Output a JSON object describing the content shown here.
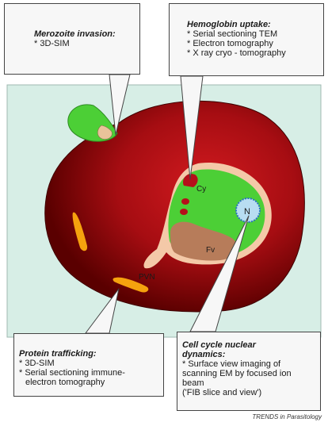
{
  "callouts": {
    "merozoite": {
      "heading": "Merozoite invasion:",
      "items": [
        "* 3D-SIM"
      ]
    },
    "hemoglobin": {
      "heading": "Hemoglobin uptake:",
      "items": [
        "* Serial sectioning TEM",
        "* Electron tomography",
        "* X ray cryo - tomography"
      ]
    },
    "protein": {
      "heading": "Protein trafficking:",
      "items": [
        "* 3D-SIM",
        "* Serial sectioning immune-",
        "electron tomography"
      ]
    },
    "cellcycle": {
      "heading_lines": [
        "Cell cycle nuclear",
        "dynamics:"
      ],
      "items": [
        "* Surface view imaging of",
        "scanning EM by focused ion",
        "beam",
        "('FIB slice and view')"
      ]
    }
  },
  "labels": {
    "cy": "Cy",
    "n": "N",
    "fv": "Fv",
    "pvn": "PVN"
  },
  "source": "TRENDS in Parasitology",
  "colors": {
    "background_panel": "#d7eee6",
    "red_cell_light": "#c0191d",
    "red_cell_dark": "#5a0000",
    "parasite_green": "#4ccf36",
    "parasite_rim": "#f4c9a8",
    "food_vacuole": "#b77c5a",
    "nucleus": "#b8ddf2",
    "vesicle_orange": "#f5a20e"
  }
}
